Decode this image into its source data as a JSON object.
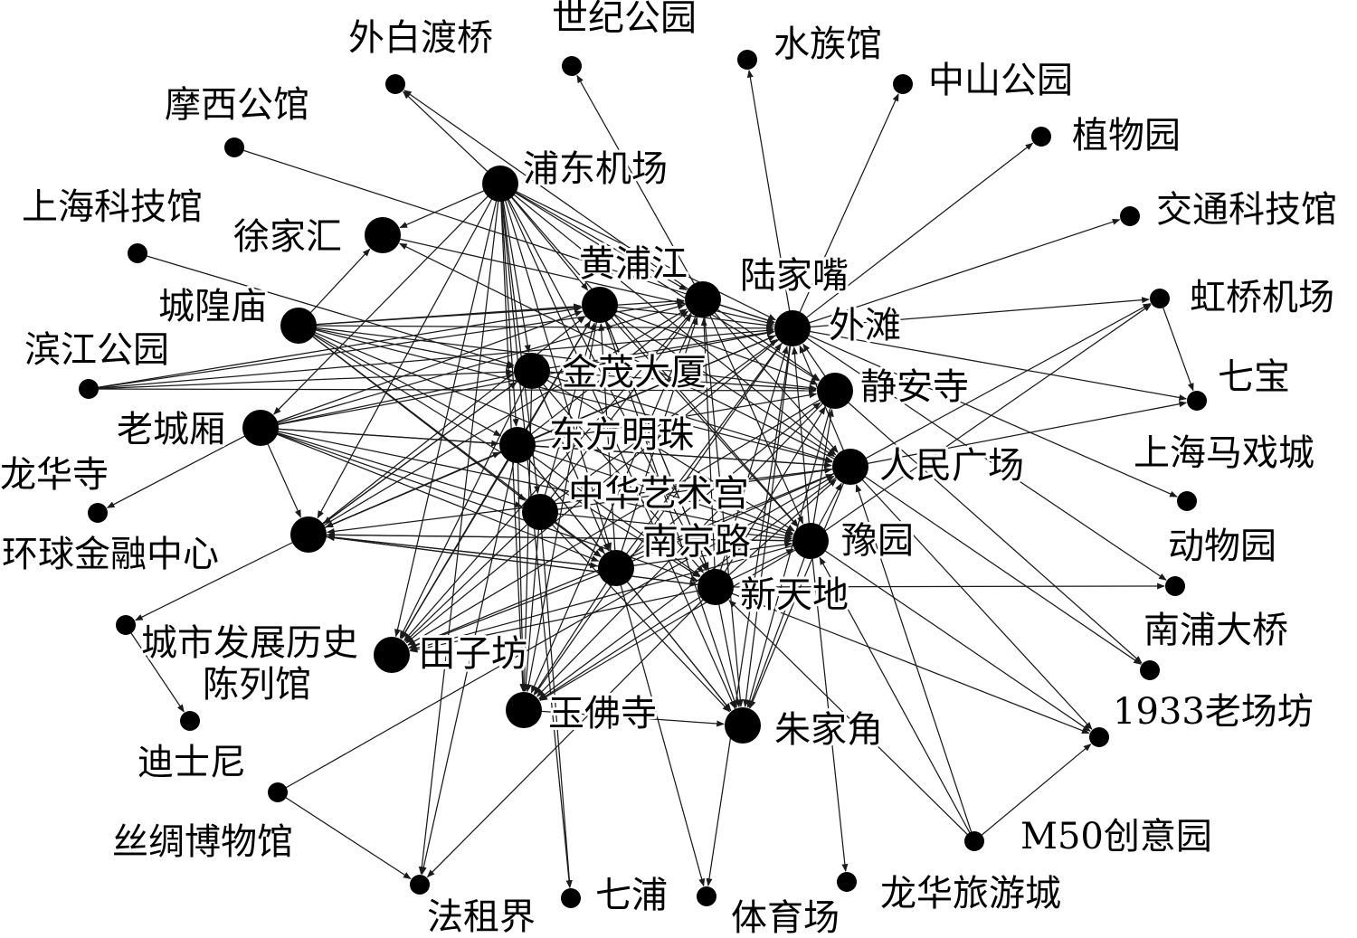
{
  "nodes": [
    {
      "id": "waibaidu",
      "label": "外白渡桥",
      "hub": false
    },
    {
      "id": "shiji",
      "label": "世纪公园",
      "hub": false
    },
    {
      "id": "shuizu",
      "label": "水族馆",
      "hub": false
    },
    {
      "id": "zhongshan",
      "label": "中山公园",
      "hub": false
    },
    {
      "id": "moxi",
      "label": "摩西公馆",
      "hub": false
    },
    {
      "id": "zhiwu",
      "label": "植物园",
      "hub": false
    },
    {
      "id": "pudong",
      "label": "浦东机场",
      "hub": true
    },
    {
      "id": "jiaotong",
      "label": "交通科技馆",
      "hub": false
    },
    {
      "id": "shkeji",
      "label": "上海科技馆",
      "hub": false
    },
    {
      "id": "xujiahui",
      "label": "徐家汇",
      "hub": true
    },
    {
      "id": "huangpu",
      "label": "黄浦江",
      "hub": true
    },
    {
      "id": "lujiazui",
      "label": "陆家嘴",
      "hub": true
    },
    {
      "id": "hongqiao",
      "label": "虹桥机场",
      "hub": false
    },
    {
      "id": "chenghuang",
      "label": "城隍庙",
      "hub": true
    },
    {
      "id": "waitan",
      "label": "外滩",
      "hub": true
    },
    {
      "id": "binjiang",
      "label": "滨江公园",
      "hub": false
    },
    {
      "id": "jinmao",
      "label": "金茂大厦",
      "hub": true
    },
    {
      "id": "qibao",
      "label": "七宝",
      "hub": false
    },
    {
      "id": "jingan",
      "label": "静安寺",
      "hub": true
    },
    {
      "id": "laochengxiang",
      "label": "老城厢",
      "hub": true
    },
    {
      "id": "dongfang",
      "label": "东方明珠",
      "hub": true
    },
    {
      "id": "maxi",
      "label": "上海马戏城",
      "hub": false
    },
    {
      "id": "longhua",
      "label": "龙华寺",
      "hub": false
    },
    {
      "id": "renmin",
      "label": "人民广场",
      "hub": true
    },
    {
      "id": "zhonghua",
      "label": "中华艺术宫",
      "hub": true
    },
    {
      "id": "dongwu",
      "label": "动物园",
      "hub": false
    },
    {
      "id": "huanqiu",
      "label": "环球金融中心",
      "hub": true
    },
    {
      "id": "nanjing",
      "label": "南京路",
      "hub": true
    },
    {
      "id": "yuyuan",
      "label": "豫园",
      "hub": true
    },
    {
      "id": "xintiandi",
      "label": "新天地",
      "hub": true
    },
    {
      "id": "nanpu",
      "label": "南浦大桥",
      "hub": false
    },
    {
      "id": "chengshi",
      "label": "城市发展历史陈列馆",
      "hub": false
    },
    {
      "id": "tianzifang",
      "label": "田子坊",
      "hub": true
    },
    {
      "id": "lao1933",
      "label": "1933老场坊",
      "hub": false
    },
    {
      "id": "yufo",
      "label": "玉佛寺",
      "hub": true
    },
    {
      "id": "zhujiajiao",
      "label": "朱家角",
      "hub": true
    },
    {
      "id": "disney",
      "label": "迪士尼",
      "hub": false
    },
    {
      "id": "sichou",
      "label": "丝绸博物馆",
      "hub": false
    },
    {
      "id": "m50",
      "label": "M50创意园",
      "hub": false
    },
    {
      "id": "fazujie",
      "label": "法租界",
      "hub": false
    },
    {
      "id": "qipu",
      "label": "七浦",
      "hub": false
    },
    {
      "id": "tiyu",
      "label": "体育场",
      "hub": false
    },
    {
      "id": "longhualvyou",
      "label": "龙华旅游城",
      "hub": false
    }
  ],
  "edges": [
    [
      "pudong",
      "waibaidu"
    ],
    [
      "pudong",
      "xujiahui"
    ],
    [
      "pudong",
      "huangpu"
    ],
    [
      "pudong",
      "lujiazui"
    ],
    [
      "pudong",
      "waitan"
    ],
    [
      "pudong",
      "jinmao"
    ],
    [
      "pudong",
      "dongfang"
    ],
    [
      "pudong",
      "zhonghua"
    ],
    [
      "pudong",
      "nanjing"
    ],
    [
      "pudong",
      "yuyuan"
    ],
    [
      "pudong",
      "xintiandi"
    ],
    [
      "pudong",
      "tianzifang"
    ],
    [
      "pudong",
      "yufo"
    ],
    [
      "pudong",
      "laochengxiang"
    ],
    [
      "pudong",
      "huanqiu"
    ],
    [
      "pudong",
      "jingan"
    ],
    [
      "pudong",
      "renmin"
    ],
    [
      "pudong",
      "zhujiajiao"
    ],
    [
      "pudong",
      "qipu"
    ],
    [
      "pudong",
      "fazujie"
    ],
    [
      "lujiazui",
      "shiji"
    ],
    [
      "lujiazui",
      "waibaidu"
    ],
    [
      "waitan",
      "shuizu"
    ],
    [
      "waitan",
      "zhongshan"
    ],
    [
      "waitan",
      "zhiwu"
    ],
    [
      "waitan",
      "jiaotong"
    ],
    [
      "waitan",
      "hongqiao"
    ],
    [
      "waitan",
      "qibao"
    ],
    [
      "waitan",
      "maxi"
    ],
    [
      "waitan",
      "dongwu"
    ],
    [
      "moxi",
      "waitan"
    ],
    [
      "shkeji",
      "jinmao"
    ],
    [
      "xujiahui",
      "waitan"
    ],
    [
      "chenghuang",
      "xujiahui"
    ],
    [
      "renmin",
      "xujiahui"
    ],
    [
      "chenghuang",
      "huangpu"
    ],
    [
      "chenghuang",
      "lujiazui"
    ],
    [
      "chenghuang",
      "waitan"
    ],
    [
      "chenghuang",
      "jinmao"
    ],
    [
      "chenghuang",
      "dongfang"
    ],
    [
      "chenghuang",
      "jingan"
    ],
    [
      "chenghuang",
      "renmin"
    ],
    [
      "chenghuang",
      "zhonghua"
    ],
    [
      "chenghuang",
      "nanjing"
    ],
    [
      "chenghuang",
      "yuyuan"
    ],
    [
      "chenghuang",
      "xintiandi"
    ],
    [
      "binjiang",
      "huangpu"
    ],
    [
      "binjiang",
      "lujiazui"
    ],
    [
      "binjiang",
      "waitan"
    ],
    [
      "binjiang",
      "jinmao"
    ],
    [
      "binjiang",
      "jingan"
    ],
    [
      "laochengxiang",
      "huangpu"
    ],
    [
      "laochengxiang",
      "lujiazui"
    ],
    [
      "laochengxiang",
      "waitan"
    ],
    [
      "laochengxiang",
      "jinmao"
    ],
    [
      "laochengxiang",
      "dongfang"
    ],
    [
      "laochengxiang",
      "renmin"
    ],
    [
      "laochengxiang",
      "zhonghua"
    ],
    [
      "laochengxiang",
      "nanjing"
    ],
    [
      "laochengxiang",
      "yuyuan"
    ],
    [
      "laochengxiang",
      "huanqiu"
    ],
    [
      "laochengxiang",
      "longhua"
    ],
    [
      "laochengxiang",
      "xintiandi"
    ],
    [
      "huanqiu",
      "chengshi"
    ],
    [
      "huanqiu",
      "huangpu"
    ],
    [
      "huanqiu",
      "lujiazui"
    ],
    [
      "huanqiu",
      "waitan"
    ],
    [
      "huanqiu",
      "jinmao"
    ],
    [
      "huanqiu",
      "dongfang"
    ],
    [
      "huanqiu",
      "nanjing"
    ],
    [
      "huanqiu",
      "yuyuan"
    ],
    [
      "huanqiu",
      "xintiandi"
    ],
    [
      "jinmao",
      "waitan"
    ],
    [
      "jinmao",
      "jingan"
    ],
    [
      "jinmao",
      "renmin"
    ],
    [
      "jinmao",
      "yuyuan"
    ],
    [
      "jinmao",
      "nanjing"
    ],
    [
      "jinmao",
      "tianzifang"
    ],
    [
      "jinmao",
      "yufo"
    ],
    [
      "jinmao",
      "xintiandi"
    ],
    [
      "jinmao",
      "huanqiu"
    ],
    [
      "dongfang",
      "waitan"
    ],
    [
      "dongfang",
      "jingan"
    ],
    [
      "dongfang",
      "renmin"
    ],
    [
      "dongfang",
      "yuyuan"
    ],
    [
      "dongfang",
      "tianzifang"
    ],
    [
      "dongfang",
      "yufo"
    ],
    [
      "dongfang",
      "lujiazui"
    ],
    [
      "dongfang",
      "huangpu"
    ],
    [
      "dongfang",
      "xintiandi"
    ],
    [
      "dongfang",
      "nanjing"
    ],
    [
      "dongfang",
      "zhujiajiao"
    ],
    [
      "dongfang",
      "huanqiu"
    ],
    [
      "zhonghua",
      "waitan"
    ],
    [
      "zhonghua",
      "renmin"
    ],
    [
      "zhonghua",
      "yuyuan"
    ],
    [
      "zhonghua",
      "yufo"
    ],
    [
      "zhonghua",
      "tianzifang"
    ],
    [
      "zhonghua",
      "lujiazui"
    ],
    [
      "zhonghua",
      "huangpu"
    ],
    [
      "zhonghua",
      "nanjing"
    ],
    [
      "zhonghua",
      "zhujiajiao"
    ],
    [
      "zhonghua",
      "qipu"
    ],
    [
      "nanjing",
      "yuyuan"
    ],
    [
      "nanjing",
      "waitan"
    ],
    [
      "nanjing",
      "renmin"
    ],
    [
      "nanjing",
      "jingan"
    ],
    [
      "nanjing",
      "tianzifang"
    ],
    [
      "nanjing",
      "yufo"
    ],
    [
      "nanjing",
      "huangpu"
    ],
    [
      "nanjing",
      "lujiazui"
    ],
    [
      "nanjing",
      "zhujiajiao"
    ],
    [
      "nanjing",
      "tiyu"
    ],
    [
      "nanjing",
      "huanqiu"
    ],
    [
      "xintiandi",
      "waitan"
    ],
    [
      "xintiandi",
      "renmin"
    ],
    [
      "xintiandi",
      "jingan"
    ],
    [
      "xintiandi",
      "yuyuan"
    ],
    [
      "xintiandi",
      "tianzifang"
    ],
    [
      "xintiandi",
      "yufo"
    ],
    [
      "xintiandi",
      "zhujiajiao"
    ],
    [
      "xintiandi",
      "huangpu"
    ],
    [
      "xintiandi",
      "lujiazui"
    ],
    [
      "xintiandi",
      "dongwu"
    ],
    [
      "xintiandi",
      "fazujie"
    ],
    [
      "xintiandi",
      "lao1933"
    ],
    [
      "xintiandi",
      "huanqiu"
    ],
    [
      "renmin",
      "waitan"
    ],
    [
      "renmin",
      "hongqiao"
    ],
    [
      "renmin",
      "qibao"
    ],
    [
      "renmin",
      "nanpu"
    ],
    [
      "renmin",
      "lao1933"
    ],
    [
      "renmin",
      "tianzifang"
    ],
    [
      "renmin",
      "yufo"
    ],
    [
      "renmin",
      "zhujiajiao"
    ],
    [
      "renmin",
      "huanqiu"
    ],
    [
      "yuyuan",
      "waitan"
    ],
    [
      "yuyuan",
      "jingan"
    ],
    [
      "yuyuan",
      "renmin"
    ],
    [
      "yuyuan",
      "tianzifang"
    ],
    [
      "yuyuan",
      "yufo"
    ],
    [
      "yuyuan",
      "zhujiajiao"
    ],
    [
      "yuyuan",
      "huanqiu"
    ],
    [
      "yuyuan",
      "hongqiao"
    ],
    [
      "yuyuan",
      "lao1933"
    ],
    [
      "jingan",
      "waitan"
    ],
    [
      "jingan",
      "tianzifang"
    ],
    [
      "jingan",
      "yufo"
    ],
    [
      "jingan",
      "zhujiajiao"
    ],
    [
      "jingan",
      "nanpu"
    ],
    [
      "huangpu",
      "waitan"
    ],
    [
      "huangpu",
      "jingan"
    ],
    [
      "huangpu",
      "renmin"
    ],
    [
      "huangpu",
      "yuyuan"
    ],
    [
      "huangpu",
      "tianzifang"
    ],
    [
      "huangpu",
      "yufo"
    ],
    [
      "huangpu",
      "xintiandi"
    ],
    [
      "huangpu",
      "zhujiajiao"
    ],
    [
      "lujiazui",
      "waitan"
    ],
    [
      "lujiazui",
      "jingan"
    ],
    [
      "lujiazui",
      "renmin"
    ],
    [
      "lujiazui",
      "yuyuan"
    ],
    [
      "lujiazui",
      "tianzifang"
    ],
    [
      "lujiazui",
      "yufo"
    ],
    [
      "lujiazui",
      "zhujiajiao"
    ],
    [
      "waitan",
      "tianzifang"
    ],
    [
      "waitan",
      "yufo"
    ],
    [
      "waitan",
      "zhujiajiao"
    ],
    [
      "waitan",
      "huanqiu"
    ],
    [
      "waitan",
      "tiyu"
    ],
    [
      "yufo",
      "zhujiajiao"
    ],
    [
      "hongqiao",
      "qibao"
    ],
    [
      "m50",
      "lao1933"
    ],
    [
      "m50",
      "yuyuan"
    ],
    [
      "m50",
      "renmin"
    ],
    [
      "m50",
      "xintiandi"
    ],
    [
      "sichou",
      "fazujie"
    ],
    [
      "sichou",
      "renmin"
    ],
    [
      "chengshi",
      "disney"
    ],
    [
      "yuyuan",
      "longhualvyou"
    ],
    [
      "dongfang",
      "fazujie"
    ]
  ]
}
